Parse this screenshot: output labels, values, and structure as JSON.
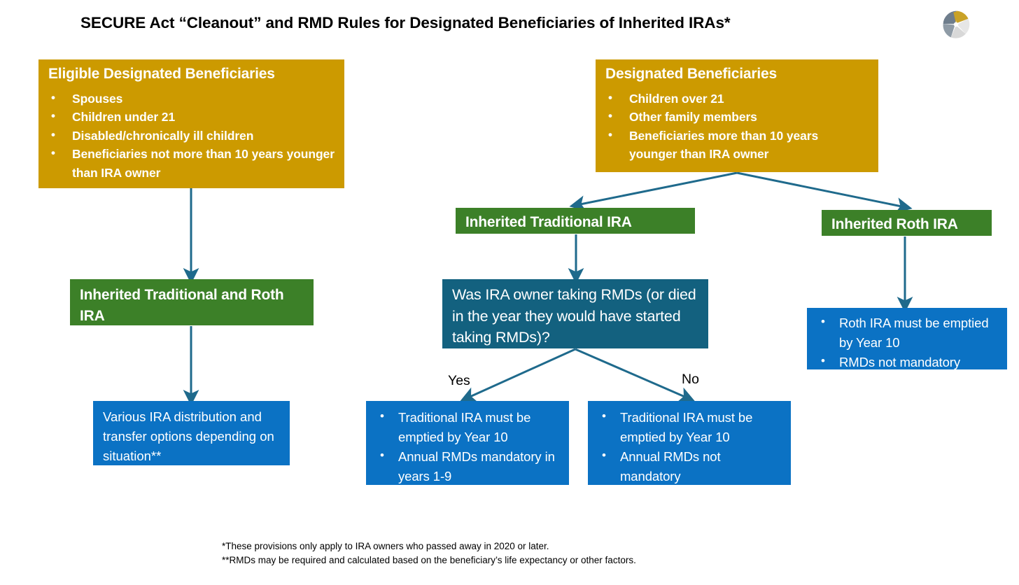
{
  "page": {
    "title": "SECURE Act “Cleanout” and RMD Rules for Designated Beneficiaries of Inherited IRAs*",
    "logo_name": "aperture-logo"
  },
  "colors": {
    "gold": "#CC9A00",
    "green": "#3C8028",
    "teal": "#13617F",
    "blue": "#0B72C4",
    "arrow": "#1F6A8C",
    "logo_gold": "#C9A227",
    "logo_slate": "#7E8C99",
    "logo_light": "#E2E2E2"
  },
  "boxes": {
    "eligible_designated_beneficiaries": {
      "header": "Eligible Designated Beneficiaries",
      "bullets": [
        "Spouses",
        "Children under 21",
        "Disabled/chronically ill children",
        "Beneficiaries not more than 10 years younger than IRA owner"
      ]
    },
    "designated_beneficiaries": {
      "header": "Designated Beneficiaries",
      "bullets": [
        "Children over 21",
        "Other family members",
        "Beneficiaries more than 10 years younger than IRA owner"
      ]
    },
    "inherited_traditional_ira": {
      "label": "Inherited Traditional IRA"
    },
    "inherited_roth_ira": {
      "label": "Inherited Roth IRA"
    },
    "inherited_traditional_and_roth_ira": {
      "label": "Inherited Traditional  and Roth IRA"
    },
    "question": {
      "label": "Was IRA owner taking RMDs (or died in the year they would have started taking RMDs)?"
    },
    "roth_result": {
      "bullets": [
        "Roth IRA must be emptied by Year 10",
        "RMDs not mandatory"
      ]
    },
    "various_options": {
      "label": "Various IRA distribution and transfer options depending on situation**"
    },
    "yes_result": {
      "bullets": [
        "Traditional IRA must be emptied by Year 10",
        "Annual RMDs mandatory in years 1-9"
      ]
    },
    "no_result": {
      "bullets": [
        "Traditional IRA must be emptied by Year 10",
        "Annual RMDs not mandatory"
      ]
    }
  },
  "branch_labels": {
    "yes": "Yes",
    "no": "No"
  },
  "footnotes": [
    "*These provisions only apply to IRA owners who passed away in 2020 or later.",
    "**RMDs may be required and calculated based on the beneficiary’s life expectancy or other factors."
  ]
}
